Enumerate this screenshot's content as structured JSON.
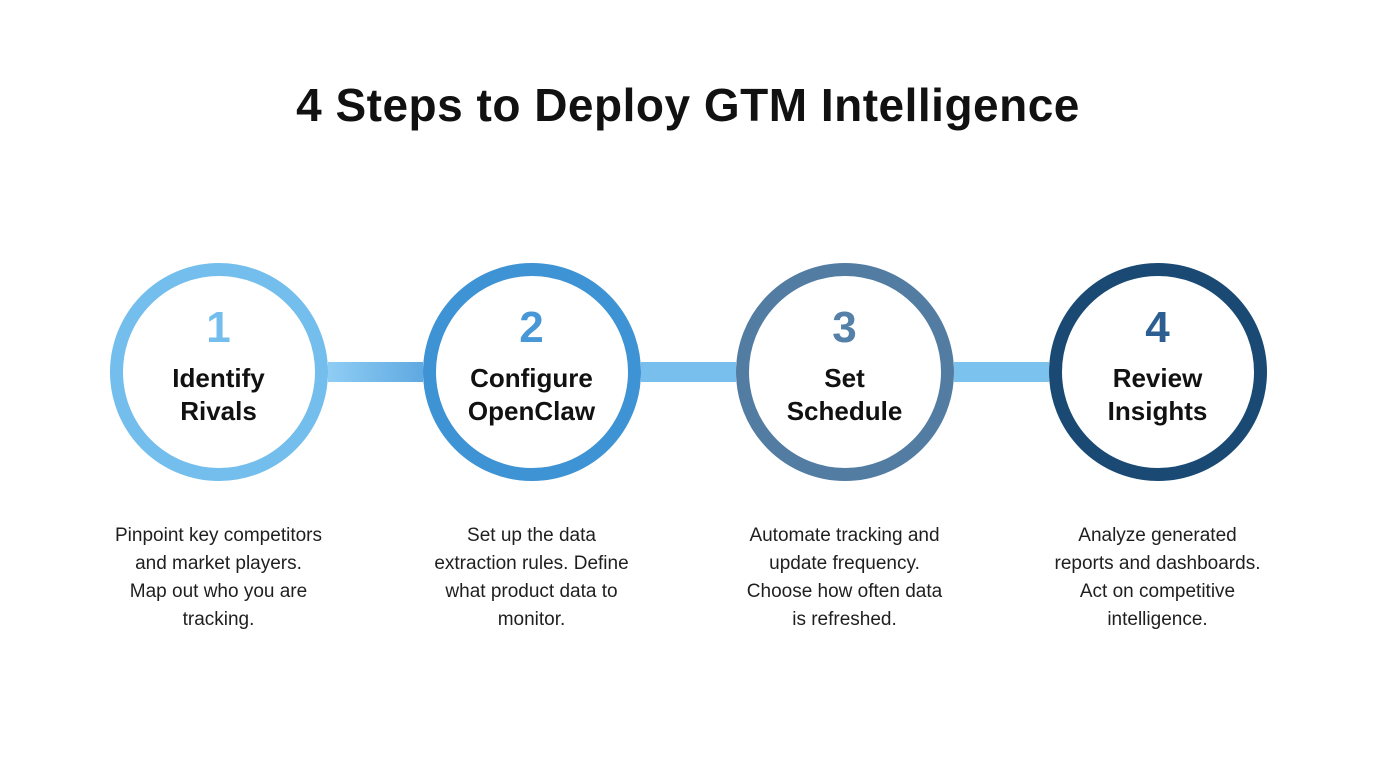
{
  "title": "4 Steps to Deploy GTM Intelligence",
  "background_color": "#FFFFFF",
  "title_color": "#111111",
  "text_color": "#1F1F1F",
  "steps": [
    {
      "number": "1",
      "title": "Identify\nRivals",
      "description": "Pinpoint key competitors\nand market players.\nMap out who you are\ntracking.",
      "ring_color": "#73BEEC",
      "number_color": "#73BEEC"
    },
    {
      "number": "2",
      "title": "Configure\nOpenClaw",
      "description": "Set up the data\nextraction rules. Define\nwhat product data to\nmonitor.",
      "ring_color": "#3E93D4",
      "number_color": "#4897D6"
    },
    {
      "number": "3",
      "title": "Set\nSchedule",
      "description": "Automate tracking and\nupdate frequency.\nChoose how often data\nis refreshed.",
      "ring_color": "#527CA2",
      "number_color": "#5580A8"
    },
    {
      "number": "4",
      "title": "Review\nInsights",
      "description": "Analyze generated\nreports and dashboards.\nAct on competitive\nintelligence.",
      "ring_color": "#1A4A73",
      "number_color": "#2D5E92"
    }
  ],
  "connectors": [
    {
      "from": "#8FCDF4",
      "to": "#5FA9E1"
    },
    {
      "from": "#79BFEE",
      "to": "#79BFEE"
    },
    {
      "from": "#7CC2EF",
      "to": "#7CC2EF"
    }
  ]
}
